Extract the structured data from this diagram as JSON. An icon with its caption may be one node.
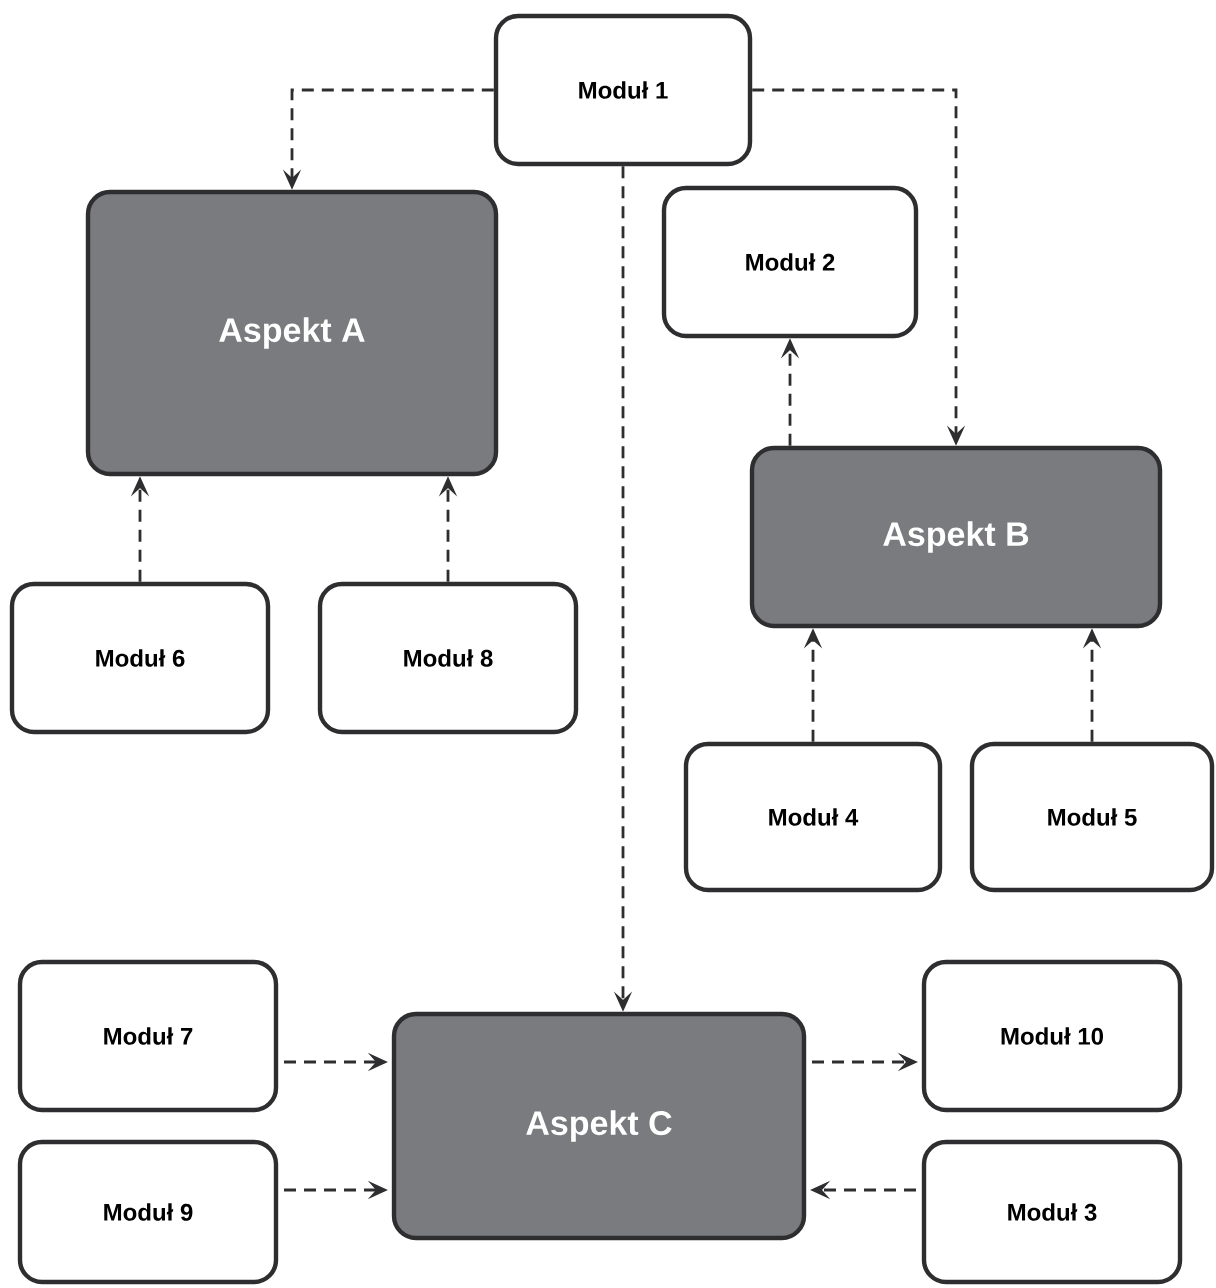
{
  "diagram": {
    "nodes": [
      {
        "text": [
          "Moduł 1"
        ]
      },
      {
        "text": [
          "Aspekt A"
        ]
      },
      {
        "text": [
          "Moduł 2"
        ]
      },
      {
        "text": [
          "Aspekt B"
        ]
      },
      {
        "text": [
          "Moduł 6"
        ]
      },
      {
        "text": [
          "Moduł 8"
        ]
      },
      {
        "text": [
          "Moduł 4"
        ]
      },
      {
        "text": [
          "Moduł 5"
        ]
      },
      {
        "text": [
          "Moduł 7"
        ]
      },
      {
        "text": [
          "Aspekt C"
        ]
      },
      {
        "text": [
          "Moduł 10"
        ]
      },
      {
        "text": [
          "Moduł 9"
        ]
      },
      {
        "text": [
          "Moduł 3"
        ]
      }
    ],
    "edges": [
      {
        "from": 0,
        "to": 1,
        "arrow": "to",
        "style": "dashed"
      },
      {
        "from": 0,
        "to": 3,
        "arrow": "to",
        "style": "dashed"
      },
      {
        "from": 0,
        "to": 9,
        "arrow": "to",
        "style": "dashed"
      },
      {
        "from": 3,
        "to": 2,
        "arrow": "to",
        "style": "dashed"
      },
      {
        "from": 4,
        "to": 1,
        "arrow": "to",
        "style": "dashed"
      },
      {
        "from": 5,
        "to": 1,
        "arrow": "to",
        "style": "dashed"
      },
      {
        "from": 6,
        "to": 3,
        "arrow": "to",
        "style": "dashed"
      },
      {
        "from": 7,
        "to": 3,
        "arrow": "to",
        "style": "dashed"
      },
      {
        "from": 8,
        "to": 9,
        "arrow": "to",
        "style": "dashed"
      },
      {
        "from": 11,
        "to": 9,
        "arrow": "to",
        "style": "dashed"
      },
      {
        "from": 9,
        "to": 10,
        "arrow": "to",
        "style": "dashed"
      },
      {
        "from": 12,
        "to": 9,
        "arrow": "to",
        "style": "dashed"
      }
    ]
  }
}
